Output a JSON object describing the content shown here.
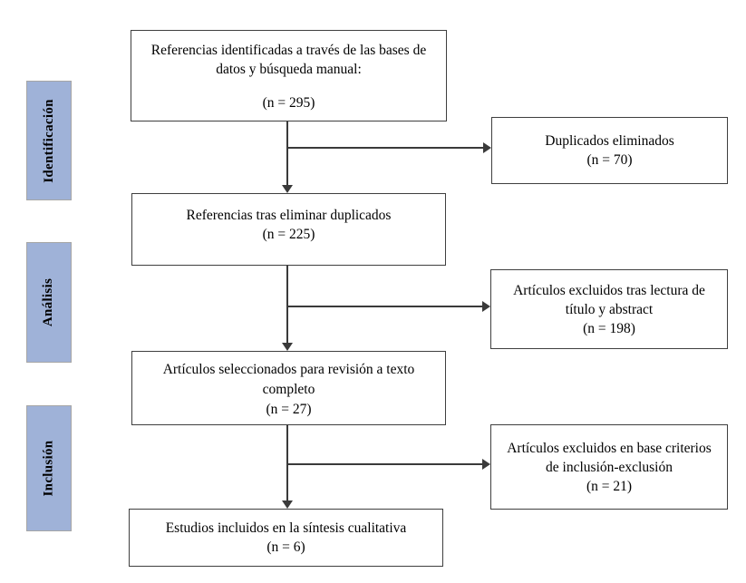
{
  "colors": {
    "sidebar_fill": "#9fb2d8",
    "sidebar_border": "#a6a6a6",
    "box_border": "#3f3f3f",
    "arrow": "#3a3a3a"
  },
  "sidebar": {
    "identification": "Identificación",
    "analysis": "Análisis",
    "inclusion": "Inclusión"
  },
  "boxes": {
    "identified": {
      "text": "Referencias identificadas a través de las bases de datos y búsqueda manual:",
      "count": "(n = 295)"
    },
    "duplicates_removed": {
      "text": "Duplicados eliminados",
      "count": "(n = 70)"
    },
    "deduplicated": {
      "text": "Referencias tras eliminar duplicados",
      "count": "(n = 225)"
    },
    "excluded_title_abstract": {
      "text": "Artículos excluidos tras lectura de título y abstract",
      "count": "(n = 198)"
    },
    "fulltext_review": {
      "text": "Artículos seleccionados para revisión a texto completo",
      "count": "(n = 27)"
    },
    "excluded_criteria": {
      "text": "Artículos excluidos en base criterios de inclusión-exclusión",
      "count": "(n = 21)"
    },
    "included": {
      "text": "Estudios incluidos en la síntesis cualitativa",
      "count": "(n = 6)"
    }
  }
}
